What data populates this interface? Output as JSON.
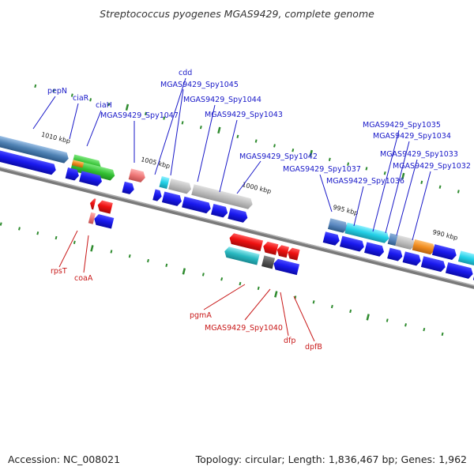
{
  "title": "Streptococcus pyogenes MGAS9429, complete genome",
  "footer": {
    "accession": "Accession: NC_008021",
    "summary": "Topology: circular; Length: 1,836,467 bp; Genes: 1,962"
  },
  "colors": {
    "backbone": "#7a7a7a",
    "tick": "#2e8b2e",
    "label_forward": "#1818c8",
    "label_reverse": "#c81818",
    "gene_blue": "#1a1aee",
    "gene_red": "#ee1111",
    "gene_grey": "#bbbbbb",
    "gene_cyan": "#22c8dd",
    "gene_green": "#33c033",
    "gene_orange": "#f08c1e",
    "gene_pink": "#ee7777",
    "gene_steel": "#4f82b4",
    "gene_teal": "#28b8c0",
    "gene_dark": "#555555"
  },
  "ticks": {
    "kbp_1010": "1010 kbp",
    "kbp_1005": "1005 kbp",
    "kbp_1000": "1000 kbp",
    "kbp_995": "995 kbp",
    "kbp_990": "990 kbp"
  },
  "gene_labels": {
    "pepN": "pepN",
    "ciaR": "ciaR",
    "ciaH": "ciaH",
    "cdd": "cdd",
    "spy1047": "MGAS9429_Spy1047",
    "spy1045": "MGAS9429_Spy1045",
    "spy1044": "MGAS9429_Spy1044",
    "spy1043": "MGAS9429_Spy1043",
    "spy1042": "MGAS9429_Spy1042",
    "spy1037": "MGAS9429_Spy1037",
    "spy1036": "MGAS9429_Spy1036",
    "spy1035": "MGAS9429_Spy1035",
    "spy1034": "MGAS9429_Spy1034",
    "spy1033": "MGAS9429_Spy1033",
    "spy1032": "MGAS9429_Spy1032",
    "rpsT": "rpsT",
    "coaA": "coaA",
    "pgmA": "pgmA",
    "spy1040": "MGAS9429_Spy1040",
    "dfp": "dfp",
    "dpfB": "dpfB"
  }
}
